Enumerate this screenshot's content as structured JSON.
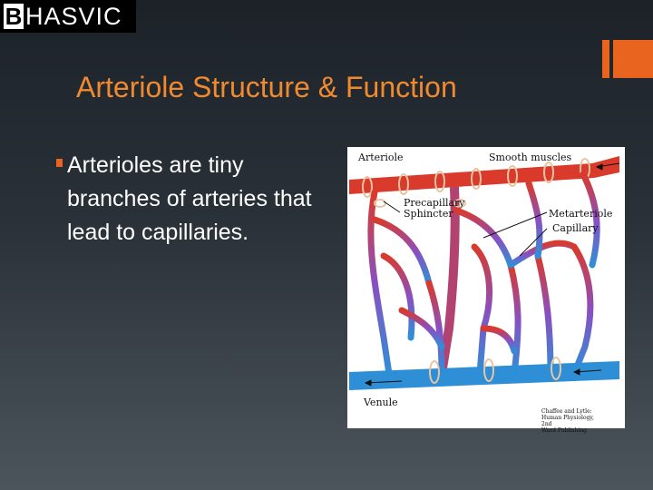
{
  "logo": {
    "letter": "B",
    "text": "HASVIC"
  },
  "slide": {
    "title": "Arteriole Structure & Function",
    "bullets": [
      "Arterioles are tiny branches of arteries that lead to capillaries."
    ]
  },
  "figure": {
    "labels": {
      "arteriole": "Arteriole",
      "smooth_muscles": "Smooth muscles",
      "precapillary": "Precapillary",
      "sphincter": "Sphincter",
      "metarteriole": "Metarteriole",
      "capillary": "Capillary",
      "venule": "Venule"
    },
    "credit": [
      "Chaffee and Lytle:",
      "Human Physiology, 2nd",
      "Ward Publishing"
    ]
  },
  "colors": {
    "accent": "#e8641f",
    "title": "#f08a30",
    "artery": "#d93a2b",
    "vein": "#2f8fd6",
    "capillary_mid": "#8a4fc2"
  }
}
